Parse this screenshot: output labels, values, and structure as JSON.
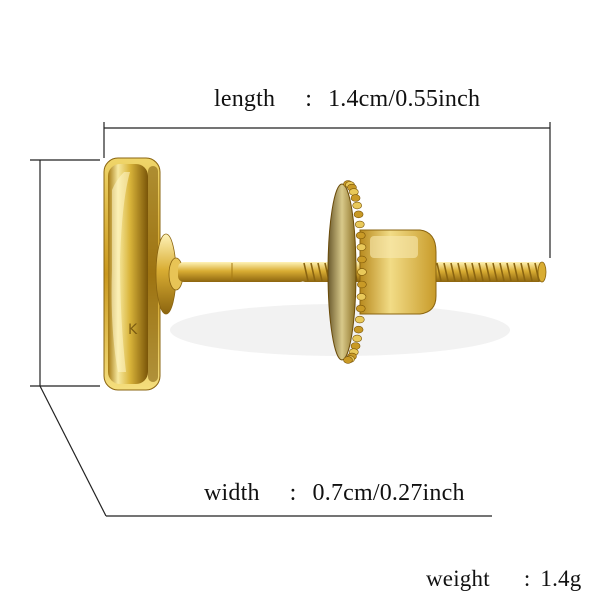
{
  "measurements": {
    "length": {
      "name": "length",
      "separator": ":",
      "value": "1.4cm/0.55inch"
    },
    "width": {
      "name": "width",
      "separator": ":",
      "value": "0.7cm/0.27inch"
    },
    "weight": {
      "name": "weight",
      "separator": ":",
      "value": "1.4g"
    }
  },
  "colors": {
    "gold_light": "#f7e9a0",
    "gold_mid": "#d9b43a",
    "gold_dark": "#8a6410",
    "line": "#222222"
  }
}
